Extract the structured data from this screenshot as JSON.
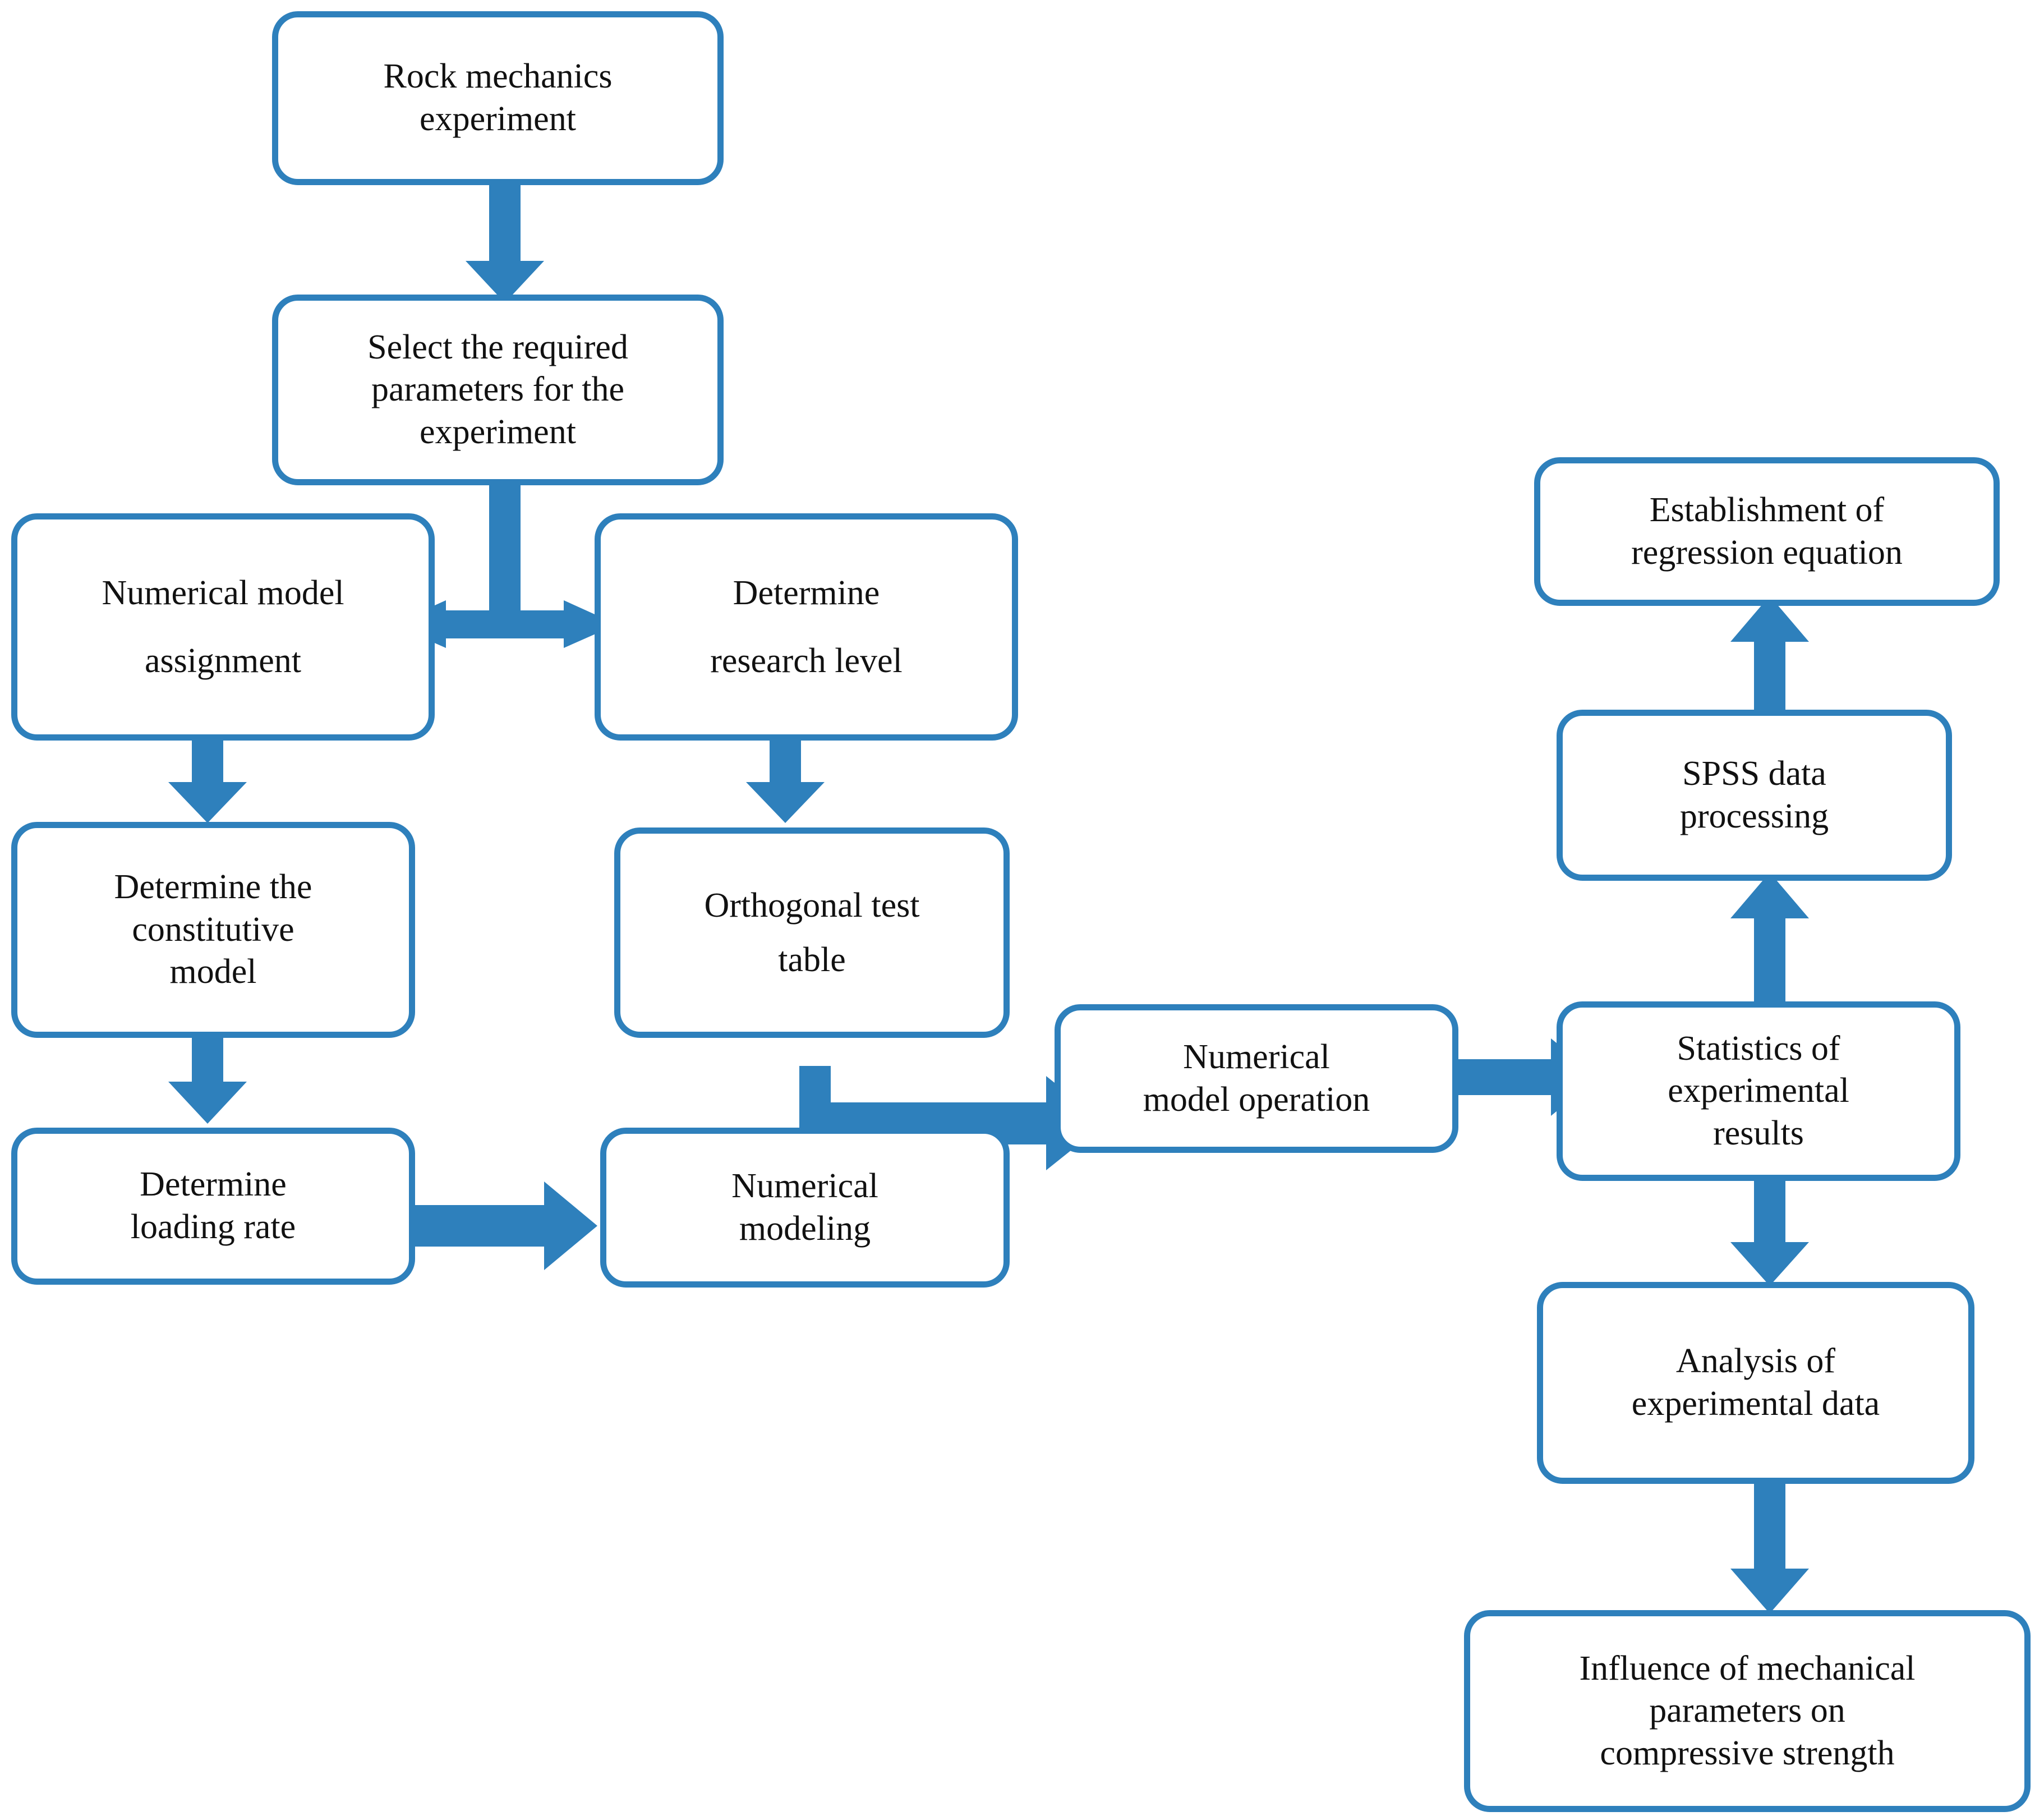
{
  "diagram": {
    "title": "Rock mechanics numerical experiment research flowchart",
    "accent_color": "#2e80bc",
    "text_color": "#111111",
    "background_color": "#ffffff",
    "type": "flowchart"
  },
  "nodes": [
    {
      "id": "rock-mechanics-experiment",
      "label": "Rock mechanics\nexperiment"
    },
    {
      "id": "select-parameters",
      "label": "Select the required\nparameters for the\nexperiment"
    },
    {
      "id": "numerical-model-assignment",
      "label": "Numerical model\nassignment"
    },
    {
      "id": "determine-research-level",
      "label": "Determine\nresearch level"
    },
    {
      "id": "determine-constitutive-model",
      "label": "Determine the\nconstitutive\nmodel"
    },
    {
      "id": "orthogonal-test-table",
      "label": "Orthogonal test\ntable"
    },
    {
      "id": "determine-loading-rate",
      "label": "Determine\nloading rate"
    },
    {
      "id": "numerical-modeling",
      "label": "Numerical\nmodeling"
    },
    {
      "id": "numerical-model-operation",
      "label": "Numerical\nmodel operation"
    },
    {
      "id": "establishment-regression-equation",
      "label": "Establishment of\nregression equation"
    },
    {
      "id": "spss-data-processing",
      "label": "SPSS data\nprocessing"
    },
    {
      "id": "statistics-experimental-results",
      "label": "Statistics of\nexperimental\nresults"
    },
    {
      "id": "analysis-experimental-data",
      "label": "Analysis of\nexperimental data"
    },
    {
      "id": "influence-mechanical-parameters",
      "label": "Influence of mechanical\nparameters on\ncompressive strength"
    }
  ],
  "edges": [
    {
      "id": "edge-experiment-to-parameters",
      "from": "rock-mechanics-experiment",
      "to": "select-parameters",
      "kind": "arrow-down"
    },
    {
      "id": "edge-parameters-to-branches",
      "from": "select-parameters",
      "to": "numerical-model-assignment / determine-research-level",
      "kind": "tee-double-arrow"
    },
    {
      "id": "edge-assignment-to-constitutive",
      "from": "numerical-model-assignment",
      "to": "determine-constitutive-model",
      "kind": "arrow-down"
    },
    {
      "id": "edge-research-level-to-orthogonal",
      "from": "determine-research-level",
      "to": "orthogonal-test-table",
      "kind": "arrow-down"
    },
    {
      "id": "edge-constitutive-to-loading",
      "from": "determine-constitutive-model",
      "to": "determine-loading-rate",
      "kind": "arrow-down"
    },
    {
      "id": "edge-loading-to-modeling",
      "from": "determine-loading-rate",
      "to": "numerical-modeling",
      "kind": "arrow-right"
    },
    {
      "id": "edge-orthogonal-modeling-to-operation",
      "from": "orthogonal-test-table / numerical-modeling",
      "to": "numerical-model-operation",
      "kind": "junction-arrow-right"
    },
    {
      "id": "edge-operation-to-statistics",
      "from": "numerical-model-operation",
      "to": "statistics-experimental-results",
      "kind": "arrow-right"
    },
    {
      "id": "edge-statistics-to-spss",
      "from": "statistics-experimental-results",
      "to": "spss-data-processing",
      "kind": "arrow-up"
    },
    {
      "id": "edge-spss-to-regression",
      "from": "spss-data-processing",
      "to": "establishment-regression-equation",
      "kind": "arrow-up"
    },
    {
      "id": "edge-statistics-to-analysis",
      "from": "statistics-experimental-results",
      "to": "analysis-experimental-data",
      "kind": "arrow-down"
    },
    {
      "id": "edge-analysis-to-influence",
      "from": "analysis-experimental-data",
      "to": "influence-mechanical-parameters",
      "kind": "arrow-down"
    }
  ]
}
